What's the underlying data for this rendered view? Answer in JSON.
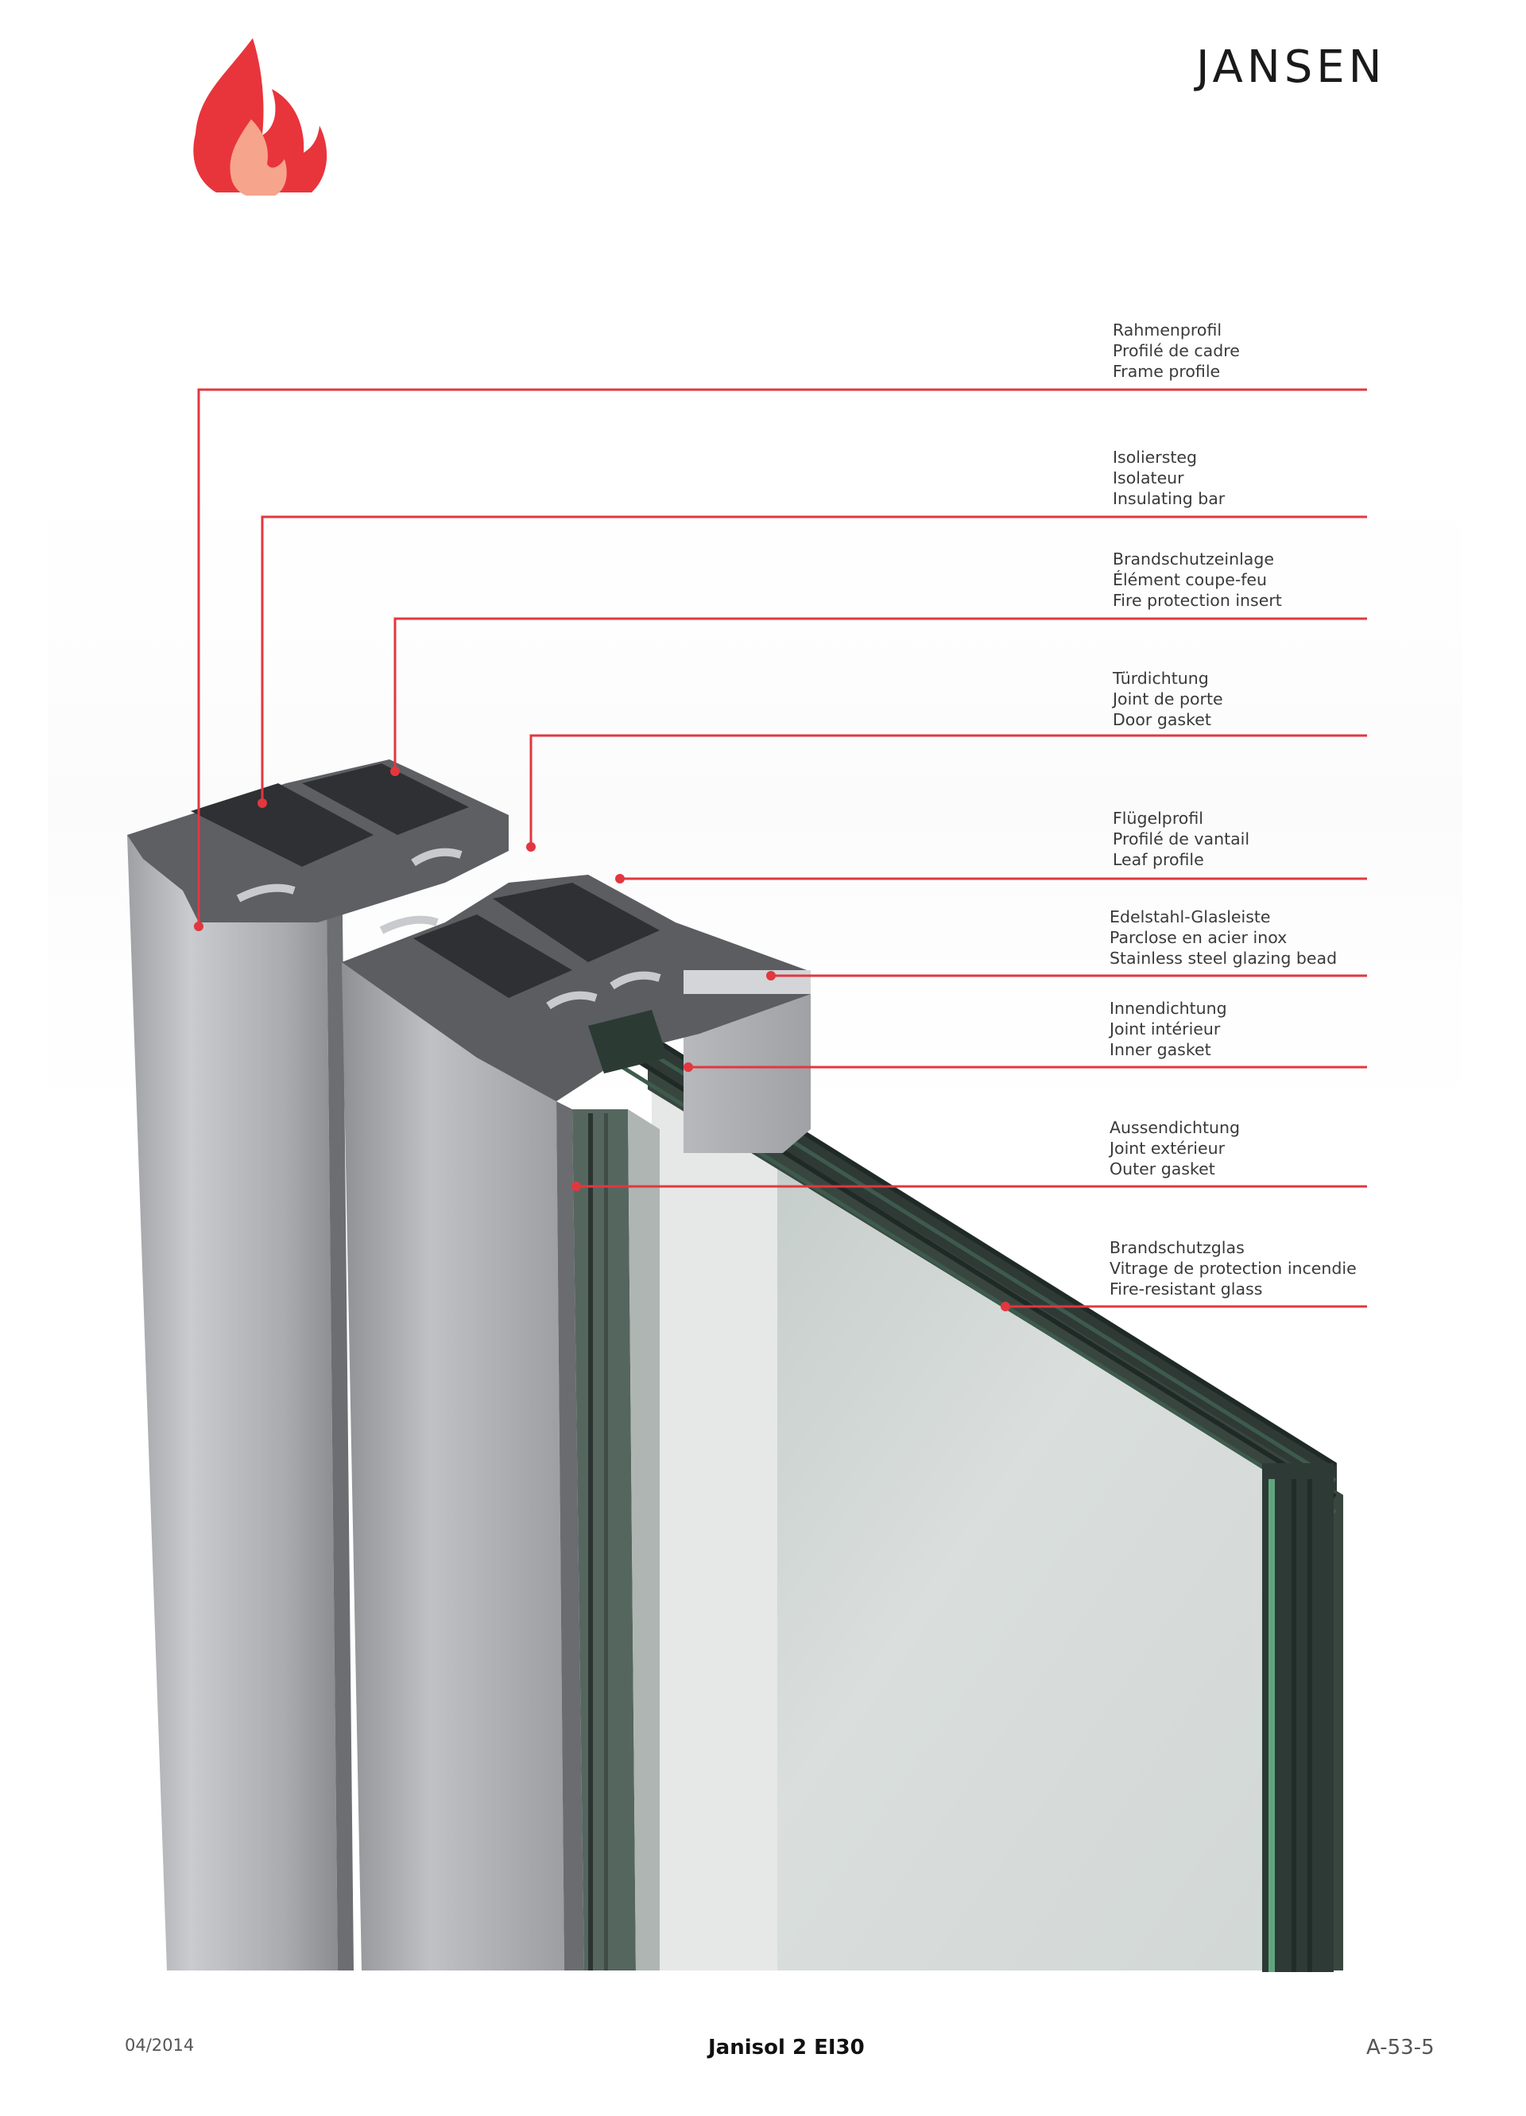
{
  "brand": {
    "logo_text": "JANSEN"
  },
  "icons": {
    "top_left": "fire-icon"
  },
  "callouts": [
    {
      "lines": [
        "Rahmenprofil",
        "Profilé de cadre",
        "Frame profile"
      ]
    },
    {
      "lines": [
        "Isoliersteg",
        "Isolateur",
        "Insulating bar"
      ]
    },
    {
      "lines": [
        "Brandschutzeinlage",
        "Élément coupe-feu",
        "Fire protection insert"
      ]
    },
    {
      "lines": [
        "Türdichtung",
        "Joint de porte",
        "Door gasket"
      ]
    },
    {
      "lines": [
        "Flügelprofil",
        "Profilé de vantail",
        "Leaf profile"
      ]
    },
    {
      "lines": [
        "Edelstahl-Glasleiste",
        "Parclose en acier inox",
        "Stainless steel glazing bead"
      ]
    },
    {
      "lines": [
        "Innendichtung",
        "Joint intérieur",
        "Inner gasket"
      ]
    },
    {
      "lines": [
        "Aussendichtung",
        "Joint extérieur",
        "Outer gasket"
      ]
    },
    {
      "lines": [
        "Brandschutzglas",
        "Vitrage de protection incendie",
        "Fire-resistant glass"
      ]
    }
  ],
  "colors": {
    "callout_line": "#e2373f",
    "flame": "#e8353b",
    "flame_inner": "#f6a48c"
  },
  "footer": {
    "date": "04/2014",
    "title": "Janisol 2 EI30",
    "code": "A-53-5"
  }
}
